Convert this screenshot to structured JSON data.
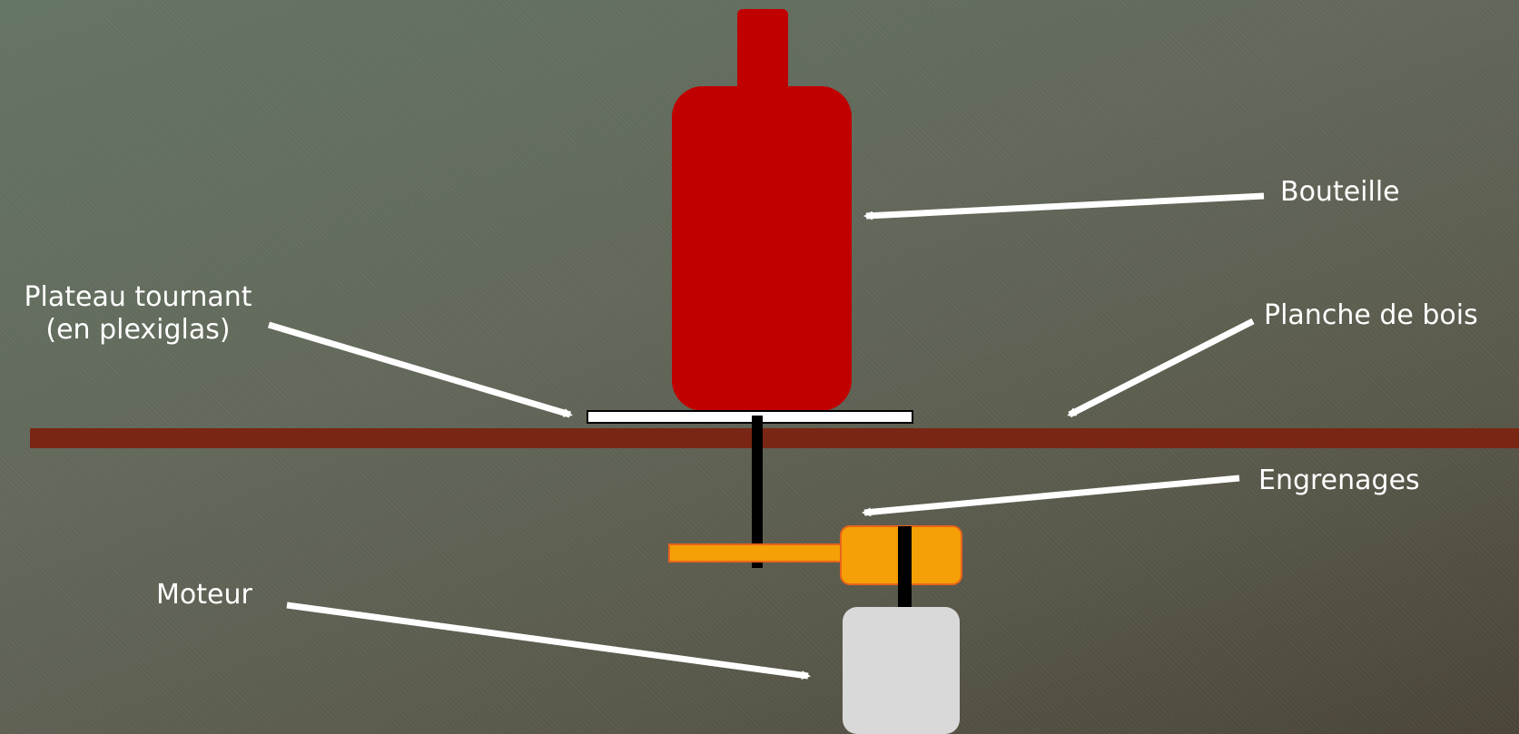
{
  "labels": {
    "bottle": "Bouteille",
    "wood_board": "Planche de bois",
    "turntable_line1": "Plateau tournant",
    "turntable_line2": "(en plexiglas)",
    "gears": "Engrenages",
    "motor": "Moteur"
  },
  "colors": {
    "bottle": "#c00000",
    "wood_board": "#7a2614",
    "turntable": "#ffffff",
    "shaft": "#000000",
    "gear": "#f4a006",
    "gear_outline": "#e8641a",
    "motor": "#d9d9d9",
    "arrow": "#ffffff"
  }
}
